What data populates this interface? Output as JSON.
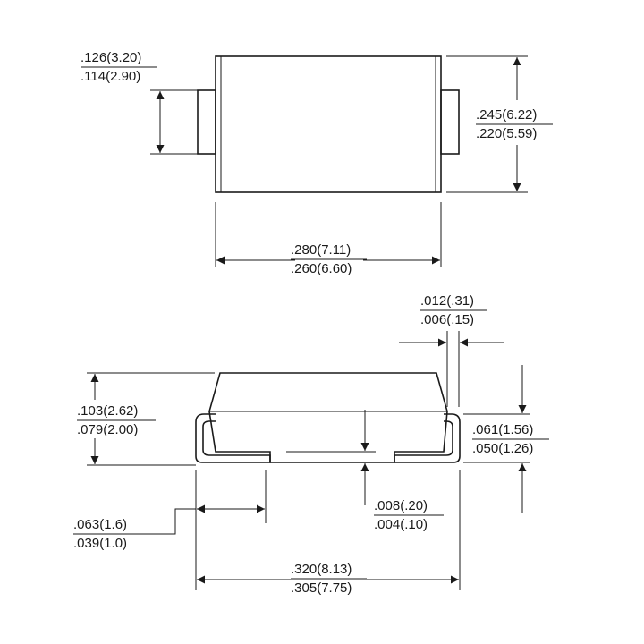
{
  "colors": {
    "line": "#1a1a1a",
    "background": "#ffffff"
  },
  "dimensions": {
    "lead_height": {
      "max": ".126(3.20)",
      "min": ".114(2.90)"
    },
    "body_width": {
      "max": ".245(6.22)",
      "min": ".220(5.59)"
    },
    "body_length": {
      "max": ".280(7.11)",
      "min": ".260(6.60)"
    },
    "lead_thickness": {
      "max": ".012(.31)",
      "min": ".006(.15)"
    },
    "body_height": {
      "max": ".103(2.62)",
      "min": ".079(2.00)"
    },
    "lead_bend": {
      "max": ".061(1.56)",
      "min": ".050(1.26)"
    },
    "standoff": {
      "max": ".008(.20)",
      "min": ".004(.10)"
    },
    "foot_length": {
      "max": ".063(1.6)",
      "min": ".039(1.0)"
    },
    "overall_length": {
      "max": ".320(8.13)",
      "min": ".305(7.75)"
    }
  }
}
